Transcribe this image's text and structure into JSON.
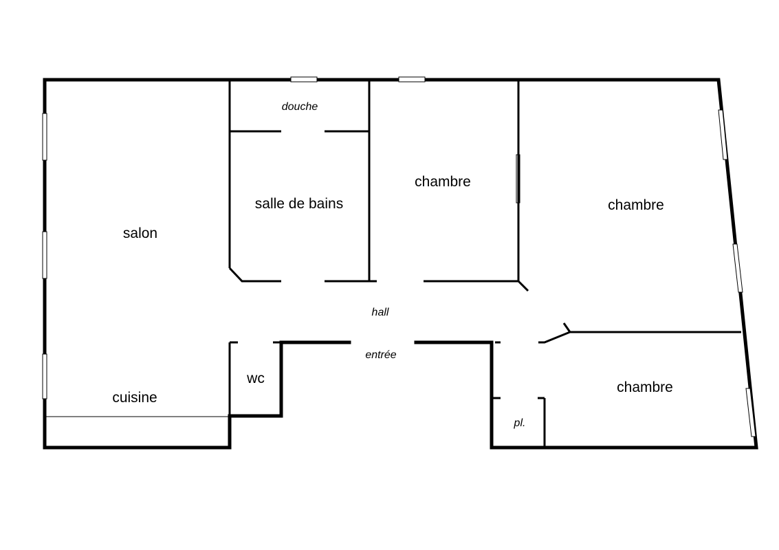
{
  "rooms": {
    "douche": "douche",
    "salle_de_bains": "salle de bains",
    "chambre_1": "chambre",
    "chambre_2": "chambre",
    "chambre_3": "chambre",
    "salon": "salon",
    "cuisine": "cuisine",
    "hall": "hall",
    "entree": "entrée",
    "wc": "wc",
    "placard": "pl."
  },
  "colors": {
    "wall": "#000000",
    "window": "#ffffff",
    "background": "#ffffff"
  }
}
